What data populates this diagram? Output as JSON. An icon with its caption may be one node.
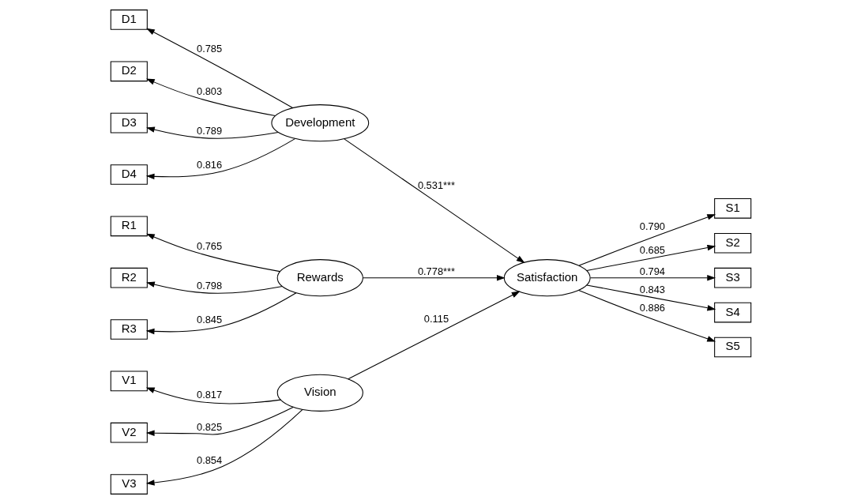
{
  "diagram": {
    "nodes": [
      {
        "text": [
          "Vision"
        ]
      },
      {
        "text": [
          "Development"
        ]
      },
      {
        "text": [
          "Rewards"
        ]
      },
      {
        "text": [
          "Satisfaction"
        ]
      },
      {
        "text": [
          "V1"
        ]
      },
      {
        "text": [
          "V2"
        ]
      },
      {
        "text": [
          "V3"
        ]
      },
      {
        "text": [
          "D1"
        ]
      },
      {
        "text": [
          "D2"
        ]
      },
      {
        "text": [
          "D3"
        ]
      },
      {
        "text": [
          "D4"
        ]
      },
      {
        "text": [
          "R1"
        ]
      },
      {
        "text": [
          "R2"
        ]
      },
      {
        "text": [
          "R3"
        ]
      },
      {
        "text": [
          "S1"
        ]
      },
      {
        "text": [
          "S2"
        ]
      },
      {
        "text": [
          "S3"
        ]
      },
      {
        "text": [
          "S4"
        ]
      },
      {
        "text": [
          "S5"
        ]
      }
    ],
    "edges": [
      {
        "from": 0,
        "to": 4,
        "arrow": "to",
        "label": "0.817"
      },
      {
        "from": 0,
        "to": 5,
        "arrow": "to",
        "label": "0.825"
      },
      {
        "from": 0,
        "to": 6,
        "arrow": "to",
        "label": "0.854"
      },
      {
        "from": 1,
        "to": 7,
        "arrow": "to",
        "label": "0.785"
      },
      {
        "from": 1,
        "to": 8,
        "arrow": "to",
        "label": "0.803"
      },
      {
        "from": 1,
        "to": 9,
        "arrow": "to",
        "label": "0.789"
      },
      {
        "from": 1,
        "to": 10,
        "arrow": "to",
        "label": "0.816"
      },
      {
        "from": 2,
        "to": 11,
        "arrow": "to",
        "label": "0.765"
      },
      {
        "from": 2,
        "to": 12,
        "arrow": "to",
        "label": "0.798"
      },
      {
        "from": 2,
        "to": 13,
        "arrow": "to",
        "label": "0.845"
      },
      {
        "from": 0,
        "to": 3,
        "arrow": "to",
        "label": "0.115"
      },
      {
        "from": 1,
        "to": 3,
        "arrow": "to",
        "label": "0.531***"
      },
      {
        "from": 2,
        "to": 3,
        "arrow": "to",
        "label": "0.778***"
      },
      {
        "from": 3,
        "to": 14,
        "arrow": "to",
        "label": "0.790"
      },
      {
        "from": 3,
        "to": 15,
        "arrow": "to",
        "label": "0.685"
      },
      {
        "from": 3,
        "to": 16,
        "arrow": "to",
        "label": "0.794"
      },
      {
        "from": 3,
        "to": 17,
        "arrow": "to",
        "label": "0.843"
      },
      {
        "from": 3,
        "to": 18,
        "arrow": "to",
        "label": "0.886"
      }
    ]
  }
}
